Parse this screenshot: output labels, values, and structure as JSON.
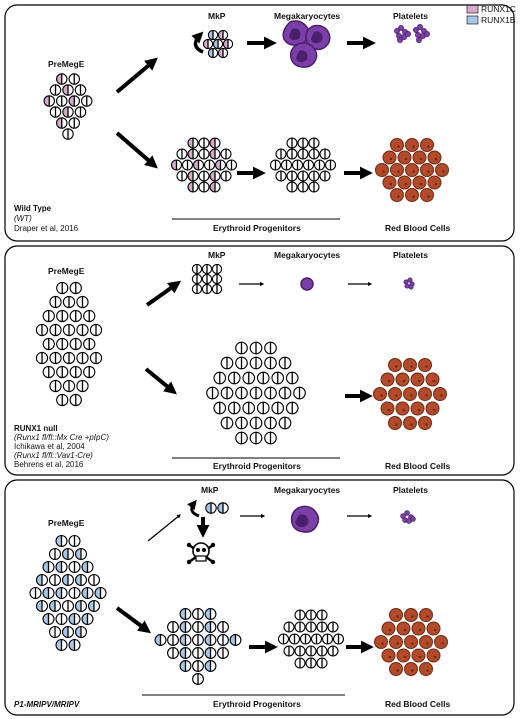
{
  "legend": {
    "items": [
      {
        "label": "RUNX1C",
        "color": "#d9a9cc"
      },
      {
        "label": "RUNX1B",
        "color": "#a7c7e7"
      }
    ]
  },
  "colors": {
    "runx1c": "#d9a9cc",
    "runx1b": "#a7c7e7",
    "megakaryocyte": "#7b3fa8",
    "megakaryocyte_dark": "#4b1f6b",
    "rbc": "#b34a2a",
    "rbc_dark": "#6e2a14",
    "panel_border": "#000000"
  },
  "panels": [
    {
      "id": "wild-type",
      "premege_label": "PreMegE",
      "mkp_label": "MkP",
      "megakaryocytes_label": "Megakaryocytes",
      "platelets_label": "Platelets",
      "erythroid_label": "Erythroid Progenitors",
      "rbc_label": "Red Blood Cells",
      "caption": [
        "Wild Type",
        "(WT)",
        "Draper et al, 2016"
      ]
    },
    {
      "id": "runx1-null",
      "premege_label": "PreMegE",
      "mkp_label": "MkP",
      "megakaryocytes_label": "Megakaryocytes",
      "platelets_label": "Platelets",
      "erythroid_label": "Erythroid Progenitors",
      "rbc_label": "Red Blood Cells",
      "caption": [
        "RUNX1 null",
        "(Runx1 fl/fl::Mx Cre +pIpC)",
        "Ichikawa et al, 2004",
        "(Runx1 fl/fl::Vav1-Cre)",
        "Behrens et al, 2016"
      ]
    },
    {
      "id": "p1-mripv",
      "premege_label": "PreMegE",
      "mkp_label": "MkP",
      "megakaryocytes_label": "Megakaryocytes",
      "platelets_label": "Platelets",
      "erythroid_label": "Erythroid Progenitors",
      "rbc_label": "Red Blood Cells",
      "caption": [
        "P1-MRIPV/MRIPV"
      ]
    }
  ]
}
